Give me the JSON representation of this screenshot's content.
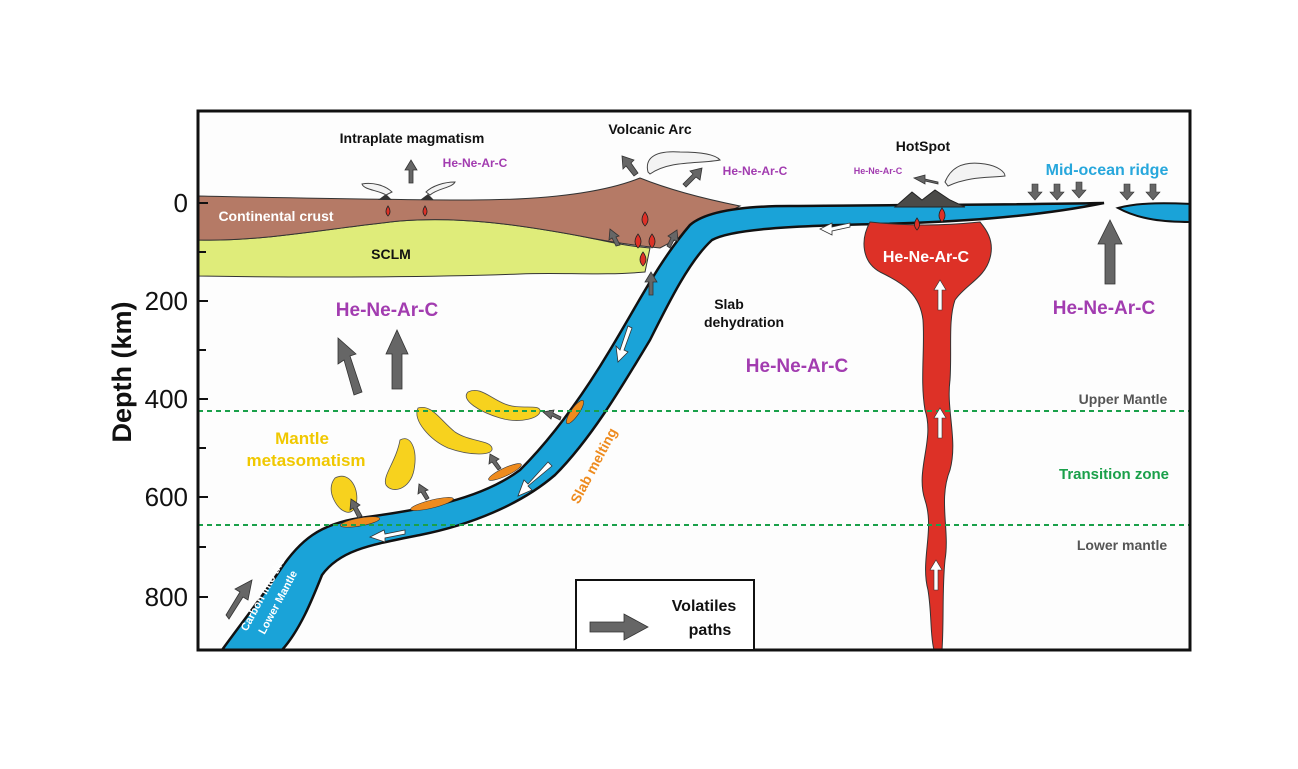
{
  "axis": {
    "label": "Depth (km)",
    "ticks": [
      "0",
      "200",
      "400",
      "600",
      "800"
    ]
  },
  "labels": {
    "intraplate": "Intraplate magmatism",
    "volcanic_arc": "Volcanic Arc",
    "hotspot": "HotSpot",
    "mid_ocean_ridge": "Mid-ocean ridge",
    "continental_crust": "Continental crust",
    "sclm": "SCLM",
    "slab_dehydration_1": "Slab",
    "slab_dehydration_2": "dehydration",
    "slab_melting": "Slab melting",
    "mantle_metasomatism_1": "Mantle",
    "mantle_metasomatism_2": "metasomatism",
    "carbon_lower_mantle_1": "Carbon into the",
    "carbon_lower_mantle_2": "Lower Mantle",
    "upper_mantle": "Upper Mantle",
    "transition_zone": "Transition zone",
    "lower_mantle": "Lower mantle",
    "volatile_tag": "He-Ne-Ar-C"
  },
  "legend": {
    "line1": "Volatiles",
    "line2": "paths"
  },
  "colors": {
    "crust": "#b57a66",
    "sclm": "#dfec7a",
    "slab": "#1aa3d8",
    "plume": "#dd3127",
    "metasomatism": "#f7d21e",
    "melting": "#ee8b1e",
    "volatile_text": "#a23cb0",
    "ridge_text": "#27a7dc",
    "boundary": "#1aa04a",
    "arrow": "#666666"
  }
}
